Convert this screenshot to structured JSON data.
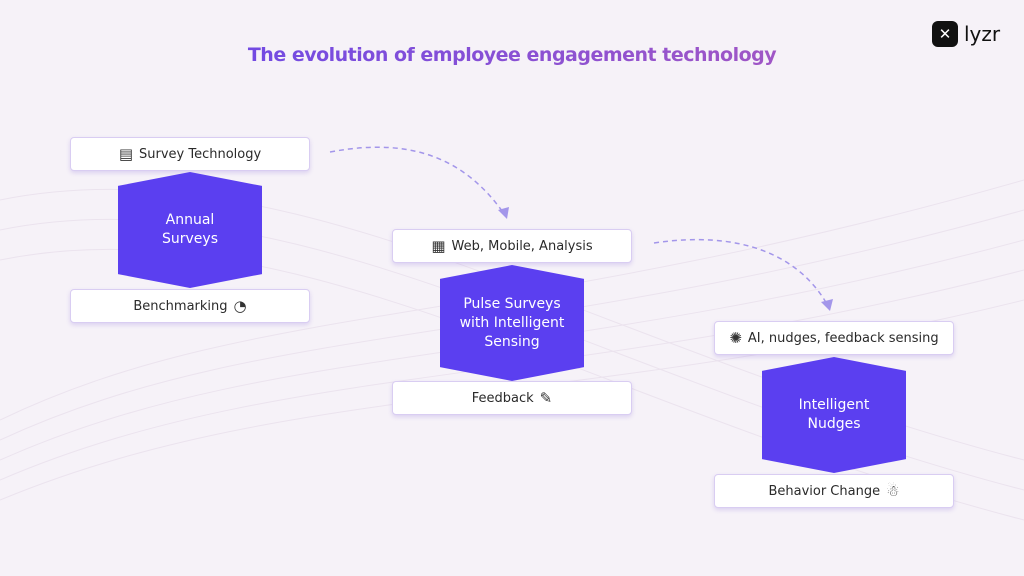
{
  "title": "The evolution of employee engagement technology",
  "logo": {
    "text": "lyzr"
  },
  "stages": [
    {
      "top_label": "Survey Technology",
      "top_icon": "survey-document-icon",
      "name": "Annual\nSurveys",
      "bottom_label": "Benchmarking",
      "bottom_icon": "gauge-chart-icon"
    },
    {
      "top_label": "Web, Mobile, Analysis",
      "top_icon": "analytics-dashboard-icon",
      "name": "Pulse Surveys\nwith Intelligent\nSensing",
      "bottom_label": "Feedback",
      "bottom_icon": "feedback-edit-icon"
    },
    {
      "top_label": "AI, nudges, feedback sensing",
      "top_icon": "ai-brain-icon",
      "name": "Intelligent\nNudges",
      "bottom_label": "Behavior Change",
      "bottom_icon": "person-idea-icon"
    }
  ],
  "colors": {
    "hexagon": "#5b3ff0",
    "arrow": "#9b8fe8"
  }
}
